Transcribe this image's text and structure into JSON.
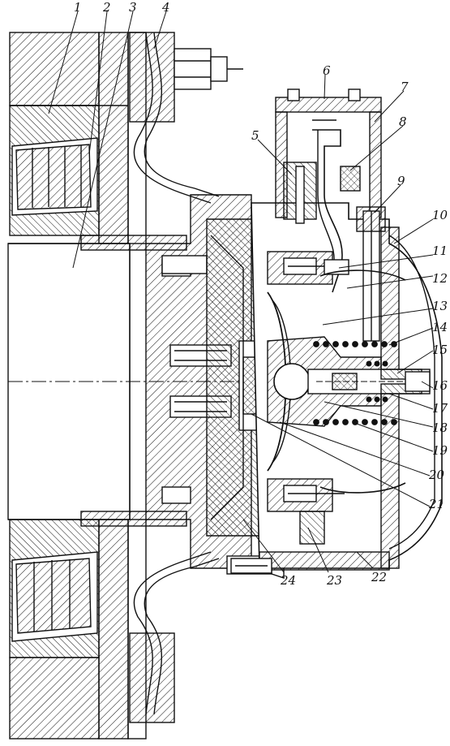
{
  "figure": {
    "style": "line-art engineering cross-section, black ink on white",
    "ink_color": "#111111",
    "background_color": "#ffffff"
  },
  "callouts": [
    {
      "id": "1",
      "label": "1"
    },
    {
      "id": "2",
      "label": "2"
    },
    {
      "id": "3",
      "label": "3"
    },
    {
      "id": "4",
      "label": "4"
    },
    {
      "id": "5",
      "label": "5"
    },
    {
      "id": "6",
      "label": "6"
    },
    {
      "id": "7",
      "label": "7"
    },
    {
      "id": "8",
      "label": "8"
    },
    {
      "id": "9",
      "label": "9"
    },
    {
      "id": "10",
      "label": "10"
    },
    {
      "id": "11",
      "label": "11"
    },
    {
      "id": "12",
      "label": "12"
    },
    {
      "id": "13",
      "label": "13"
    },
    {
      "id": "14",
      "label": "14"
    },
    {
      "id": "15",
      "label": "15"
    },
    {
      "id": "16",
      "label": "16"
    },
    {
      "id": "17",
      "label": "17"
    },
    {
      "id": "18",
      "label": "18"
    },
    {
      "id": "19",
      "label": "19"
    },
    {
      "id": "20",
      "label": "20"
    },
    {
      "id": "21",
      "label": "21"
    },
    {
      "id": "22",
      "label": "22"
    },
    {
      "id": "23",
      "label": "23"
    },
    {
      "id": "24",
      "label": "24"
    }
  ]
}
